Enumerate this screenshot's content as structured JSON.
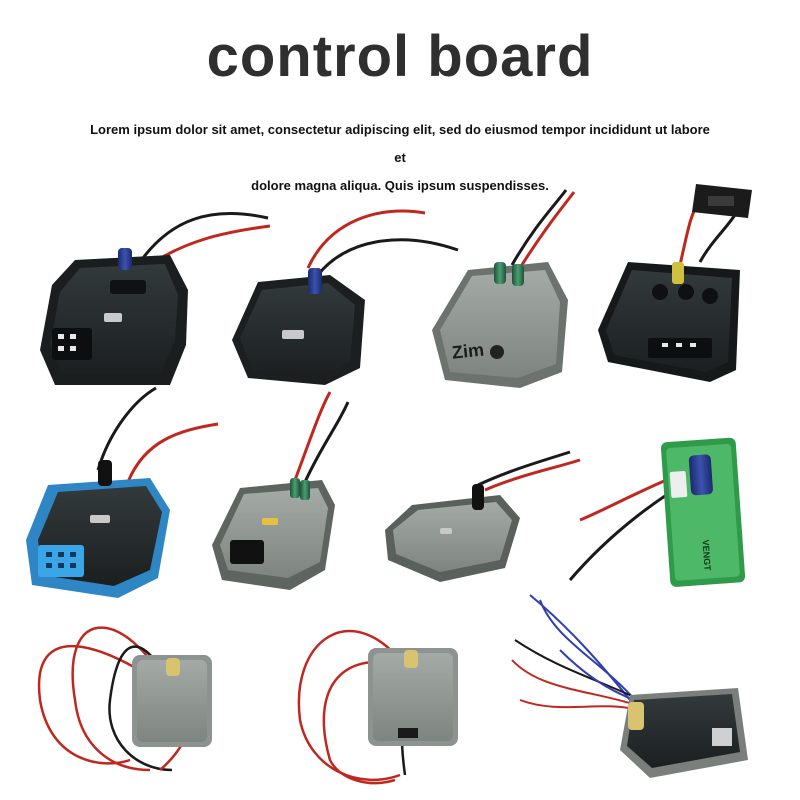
{
  "header": {
    "title": "control board",
    "description_line1": "Lorem ipsum dolor sit amet, consectetur adipiscing elit, sed do eiusmod tempor incididunt ut labore et",
    "description_line2": "dolore magna aliqua. Quis ipsum suspendisses."
  },
  "colors": {
    "title": "#2f2f2f",
    "wire_red": "#c0281f",
    "wire_black": "#1a1a1a",
    "wire_blue": "#2f3fb0",
    "board_black": "#262a2c",
    "board_grey": "#8f9692",
    "board_blue": "#3a9ad8",
    "board_green": "#2f9a4a",
    "capacitor": "#2a3e8a",
    "capacitor_green": "#3c8a5a"
  },
  "products": [
    {
      "variant": "black-board-wide"
    },
    {
      "variant": "black-board-rounded"
    },
    {
      "variant": "grey-board"
    },
    {
      "variant": "black-board-with-connector"
    },
    {
      "variant": "blue-frame-board"
    },
    {
      "variant": "grey-board-small"
    },
    {
      "variant": "grey-board-angled"
    },
    {
      "variant": "green-pcb"
    },
    {
      "variant": "grey-square-board-red-wires"
    },
    {
      "variant": "grey-square-board-red-black-wires"
    },
    {
      "variant": "black-board-blue-wires"
    }
  ],
  "logo_marks": [
    "Zim",
    "VENGT"
  ]
}
